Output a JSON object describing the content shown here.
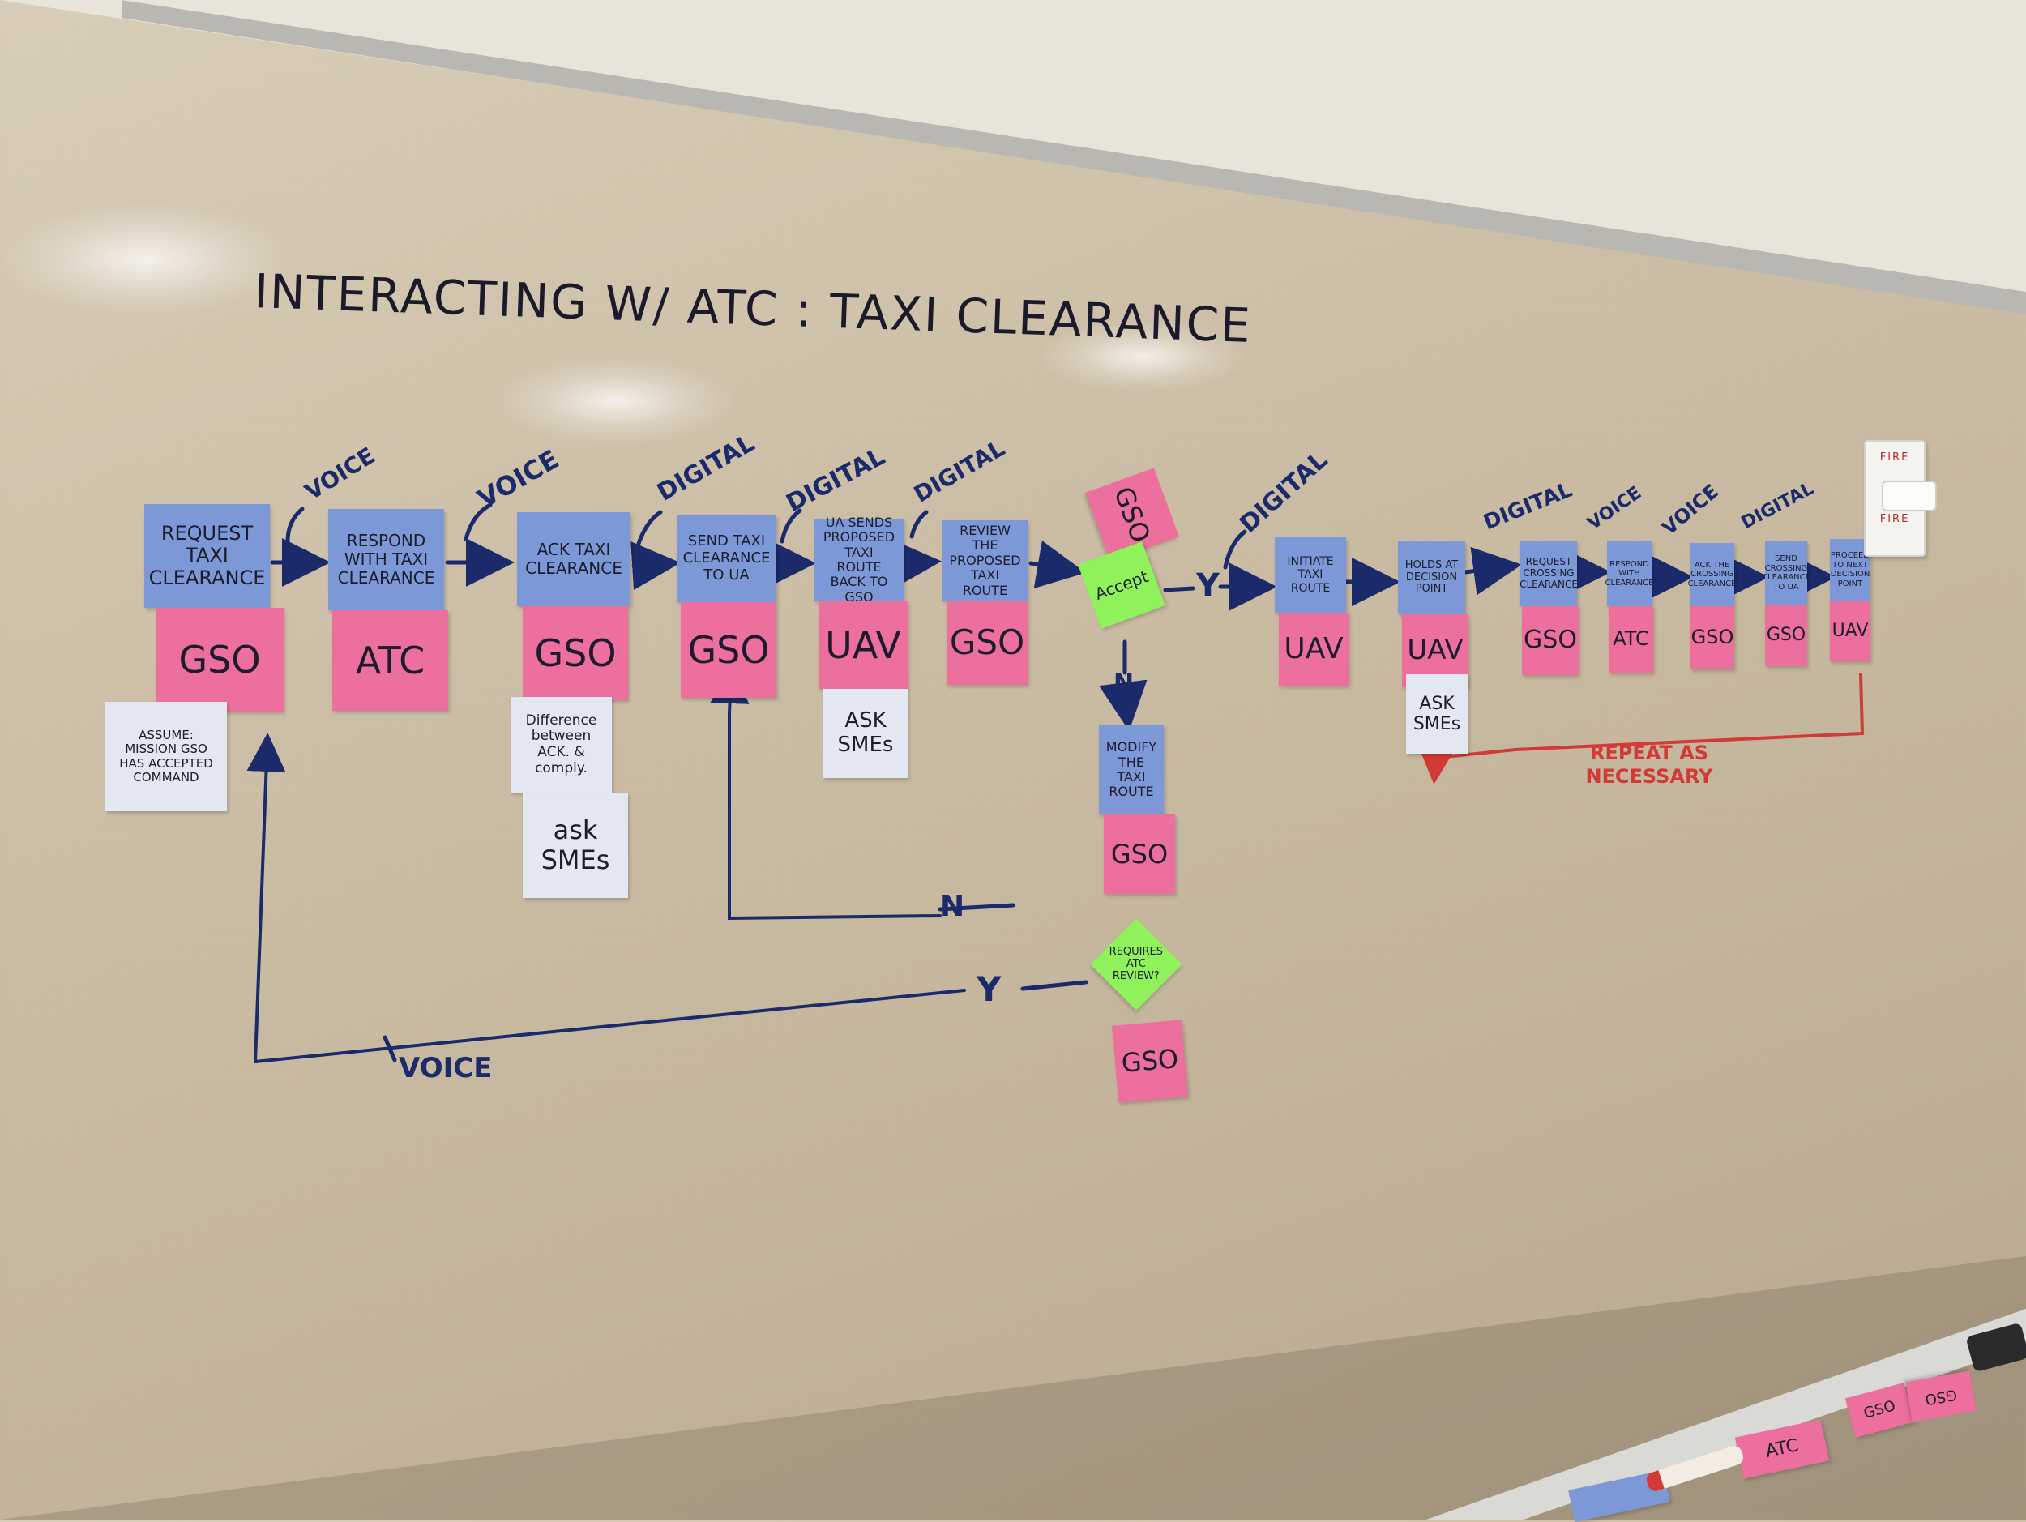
{
  "title": "INTERACTING W/ ATC : TAXI CLEARANCE",
  "channel_labels": {
    "voice_1": "VOICE",
    "voice_2": "VOICE",
    "digital_1": "DIGITAL",
    "digital_2": "DIGITAL",
    "digital_3": "DIGITAL",
    "digital_4": "DIGITAL",
    "digital_5": "DIGITAL",
    "voice_3": "VOICE",
    "voice_4": "VOICE",
    "digital_6": "DIGITAL",
    "voice_bottom": "VOICE"
  },
  "decision_labels": {
    "accept_yes": "Y",
    "accept_no": "N",
    "review_no": "N",
    "review_yes": "Y"
  },
  "steps": [
    {
      "task": "REQUEST TAXI CLEARANCE",
      "role": "GSO"
    },
    {
      "task": "RESPOND WITH TAXI CLEARANCE",
      "role": "ATC"
    },
    {
      "task": "ACK TAXI CLEARANCE",
      "role": "GSO"
    },
    {
      "task": "SEND TAXI CLEARANCE TO UA",
      "role": "GSO"
    },
    {
      "task": "UA SENDS PROPOSED TAXI ROUTE BACK TO GSO",
      "role": "UAV"
    },
    {
      "task": "REVIEW THE PROPOSED TAXI ROUTE",
      "role": "GSO"
    },
    {
      "task": "INITIATE TAXI ROUTE",
      "role": "UAV"
    },
    {
      "task": "HOLDS AT DECISION POINT",
      "role": "UAV"
    },
    {
      "task": "REQUEST CROSSING CLEARANCE",
      "role": "GSO"
    },
    {
      "task": "RESPOND WITH CLEARANCE",
      "role": "ATC"
    },
    {
      "task": "ACK THE CROSSING CLEARANCE",
      "role": "GSO"
    },
    {
      "task": "SEND CROSSING CLEARANCE TO UA",
      "role": "GSO"
    },
    {
      "task": "PROCEED TO NEXT DECISION POINT",
      "role": "UAV"
    }
  ],
  "decision_accept": {
    "role": "GSO",
    "label": "Accept"
  },
  "modify_step": {
    "task": "MODIFY THE TAXI ROUTE",
    "role": "GSO"
  },
  "decision_review": {
    "label": "REQUIRES ATC REVIEW?",
    "role": "GSO"
  },
  "notes": {
    "assume": "ASSUME: MISSION GSO HAS ACCEPTED COMMAND",
    "difference": "Difference between ACK. & comply.",
    "ask_smes_1": "ask SMEs",
    "ask_smes_2": "ASK SMEs",
    "ask_smes_3": "ASK SMEs"
  },
  "repeat_label": "REPEAT AS NECESSARY",
  "tray_notes": [
    "ATC",
    "GSO",
    "GSO"
  ],
  "fire_alarm": {
    "top": "FIRE",
    "bottom": "FIRE"
  },
  "colors": {
    "ink": "#1b2a6b",
    "red_ink": "#d23a35",
    "blue_sticky": "#7d98d6",
    "pink_sticky": "#ec6f9e",
    "green_sticky": "#8ff25a",
    "white_sticky": "#e2e7f1"
  }
}
